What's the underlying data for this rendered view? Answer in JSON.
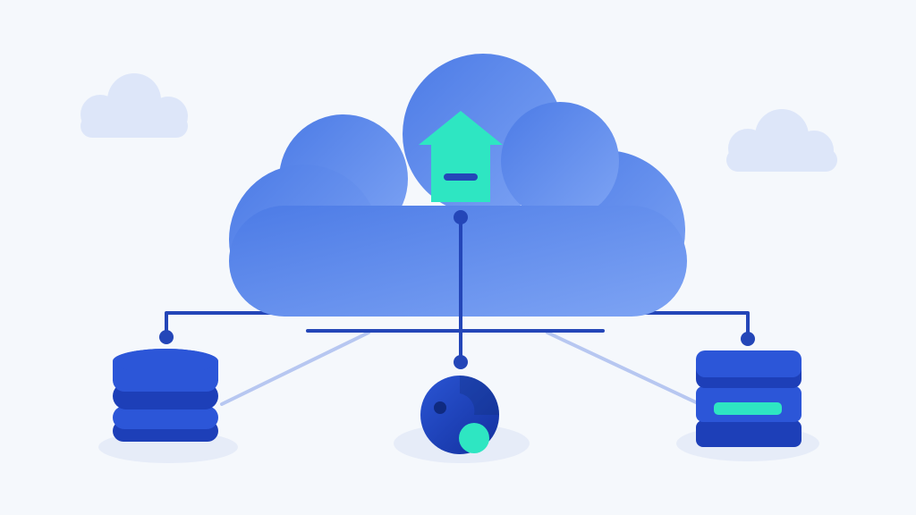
{
  "diagram": {
    "colors": {
      "background": "#f5f8fc",
      "bg_cloud": "#dde6f9",
      "cloud_light": "#7ea4f4",
      "cloud_dark": "#4c7be6",
      "connector": "#2446b8",
      "connector_faded": "#8fa8ea",
      "accent": "#2ee6c2",
      "accent_dark": "#1ccaa8",
      "device_blue": "#2c56d8",
      "device_blue_dark": "#1d3fb8",
      "shadow": "#e6ecf8"
    },
    "nodes": [
      {
        "id": "cloud",
        "icon": "cloud-icon",
        "role": "central cloud"
      },
      {
        "id": "upload",
        "icon": "house-upload-icon",
        "role": "cloud endpoint"
      },
      {
        "id": "database-left",
        "icon": "database-stack-icon",
        "role": "storage"
      },
      {
        "id": "globe",
        "icon": "globe-icon",
        "role": "network"
      },
      {
        "id": "server-right",
        "icon": "server-rack-icon",
        "role": "server"
      }
    ],
    "links": [
      {
        "from": "cloud",
        "to": "database-left"
      },
      {
        "from": "upload",
        "to": "globe"
      },
      {
        "from": "cloud",
        "to": "server-right"
      }
    ]
  }
}
